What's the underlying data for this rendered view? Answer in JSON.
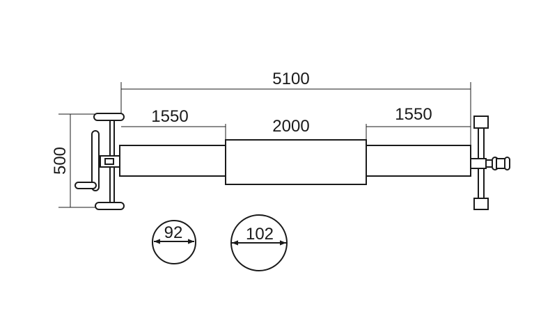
{
  "dimensions": {
    "overall_length": "5100",
    "left_section": "1550",
    "center_section": "2000",
    "right_section": "1550",
    "height": "500"
  },
  "diameters": {
    "small": "92",
    "large": "102"
  }
}
